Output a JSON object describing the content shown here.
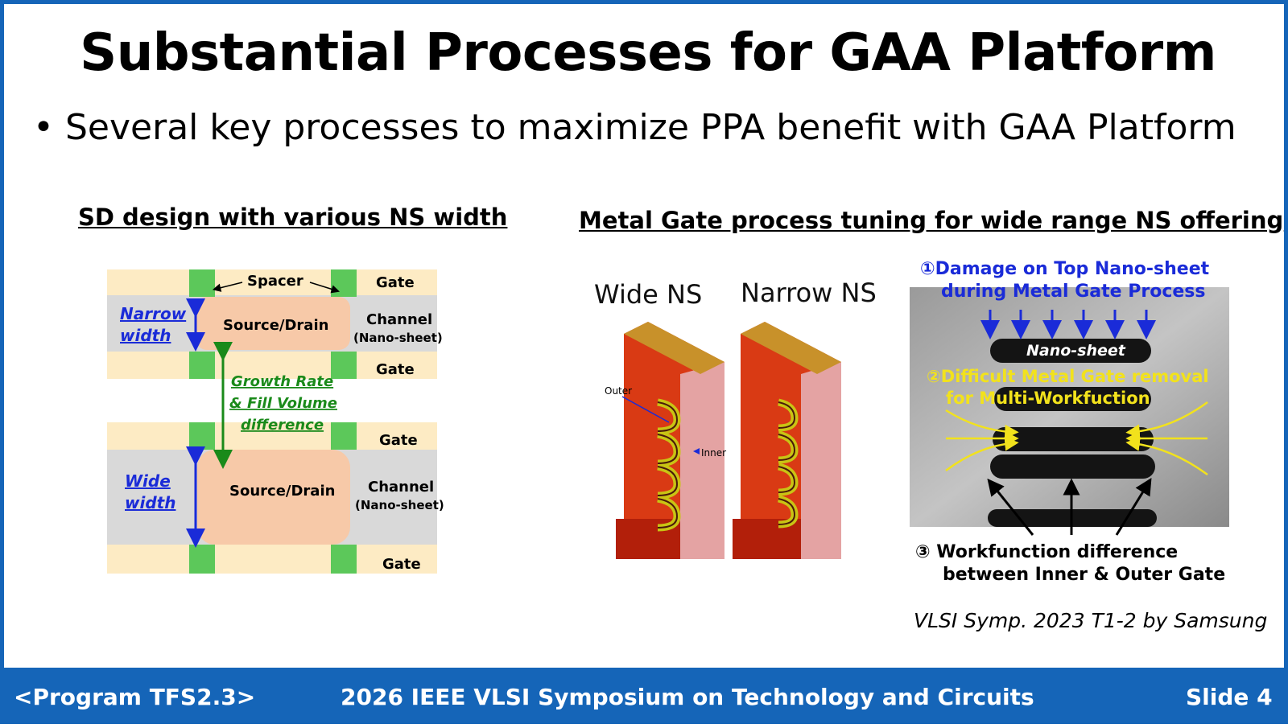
{
  "slide": {
    "title": "Substantial Processes for GAA Platform",
    "bullet": "Several key processes to maximize PPA benefit with GAA Platform",
    "bullet_marker": "•"
  },
  "left_panel": {
    "heading": "SD design with various NS width",
    "labels": {
      "spacer": "Spacer",
      "gate": "Gate",
      "source_drain": "Source/Drain",
      "channel": "Channel",
      "nano_sheet": "(Nano-sheet)",
      "narrow": "Narrow",
      "wide": "Wide",
      "width": "width",
      "growth_rate": "Growth Rate",
      "fill_volume": "& Fill Volume",
      "difference": "difference"
    }
  },
  "right_panel": {
    "heading": "Metal Gate process tuning for wide range NS offering",
    "wide_ns": "Wide NS",
    "narrow_ns": "Narrow NS",
    "outer": "Outer",
    "inner": "Inner",
    "callout1_line1": "①Damage on Top Nano-sheet",
    "callout1_line2": "during Metal Gate Process",
    "nano_sheet_tag": "Nano-sheet",
    "callout2_line1": "②Difficult Metal Gate removal",
    "callout2_line2": "for Multi-Workfuction",
    "callout3_line1": "③ Workfunction difference",
    "callout3_line2": "between Inner & Outer Gate",
    "citation": "VLSI Symp. 2023 T1-2 by Samsung"
  },
  "footer": {
    "program": "<Program TFS2.3>",
    "conference": "2026 IEEE VLSI Symposium on Technology and Circuits",
    "slide_no": "Slide 4"
  },
  "colors": {
    "brand_blue": "#1565b8",
    "gate_beige": "#fdebc4",
    "spacer_green": "#5cc85a",
    "sd_peach": "#f7c9a8",
    "channel_gray": "#d9d9d9",
    "arrow_blue": "#1a2bd8",
    "arrow_green": "#1a8a1a"
  }
}
